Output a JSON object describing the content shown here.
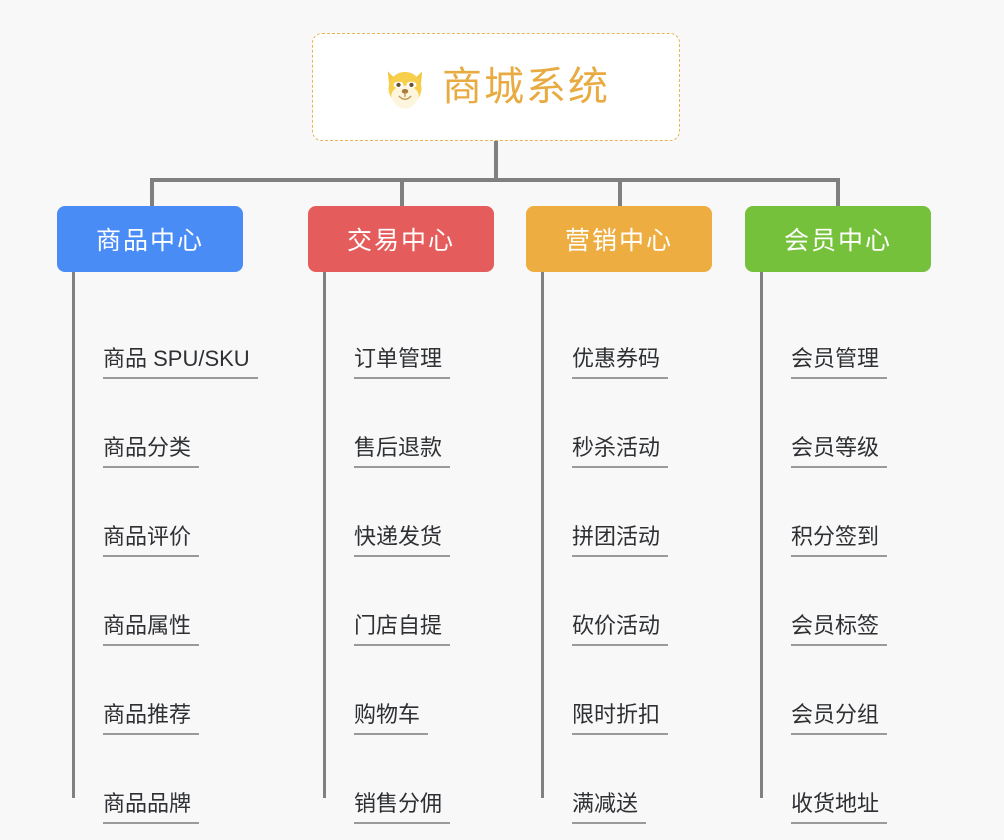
{
  "page": {
    "background_color": "#f8f8f8",
    "title": "商城系统"
  },
  "root": {
    "label": "商城系统",
    "icon": "dog-face-icon",
    "text_color": "#e8ab42",
    "border_color": "#e8b455",
    "background_color": "#ffffff"
  },
  "columns": [
    {
      "id": "product-center",
      "header": "商品中心",
      "color": "#4a8cf5",
      "items": [
        "商品 SPU/SKU",
        "商品分类",
        "商品评价",
        "商品属性",
        "商品推荐",
        "商品品牌"
      ]
    },
    {
      "id": "trade-center",
      "header": "交易中心",
      "color": "#e55c5c",
      "items": [
        "订单管理",
        "售后退款",
        "快递发货",
        "门店自提",
        "购物车",
        "销售分佣"
      ]
    },
    {
      "id": "marketing-center",
      "header": "营销中心",
      "color": "#eead40",
      "items": [
        "优惠券码",
        "秒杀活动",
        "拼团活动",
        "砍价活动",
        "限时折扣",
        "满减送"
      ]
    },
    {
      "id": "member-center",
      "header": "会员中心",
      "color": "#76c13c",
      "items": [
        "会员管理",
        "会员等级",
        "积分签到",
        "会员标签",
        "会员分组",
        "收货地址"
      ]
    }
  ],
  "connectors": {
    "color": "#808080"
  }
}
